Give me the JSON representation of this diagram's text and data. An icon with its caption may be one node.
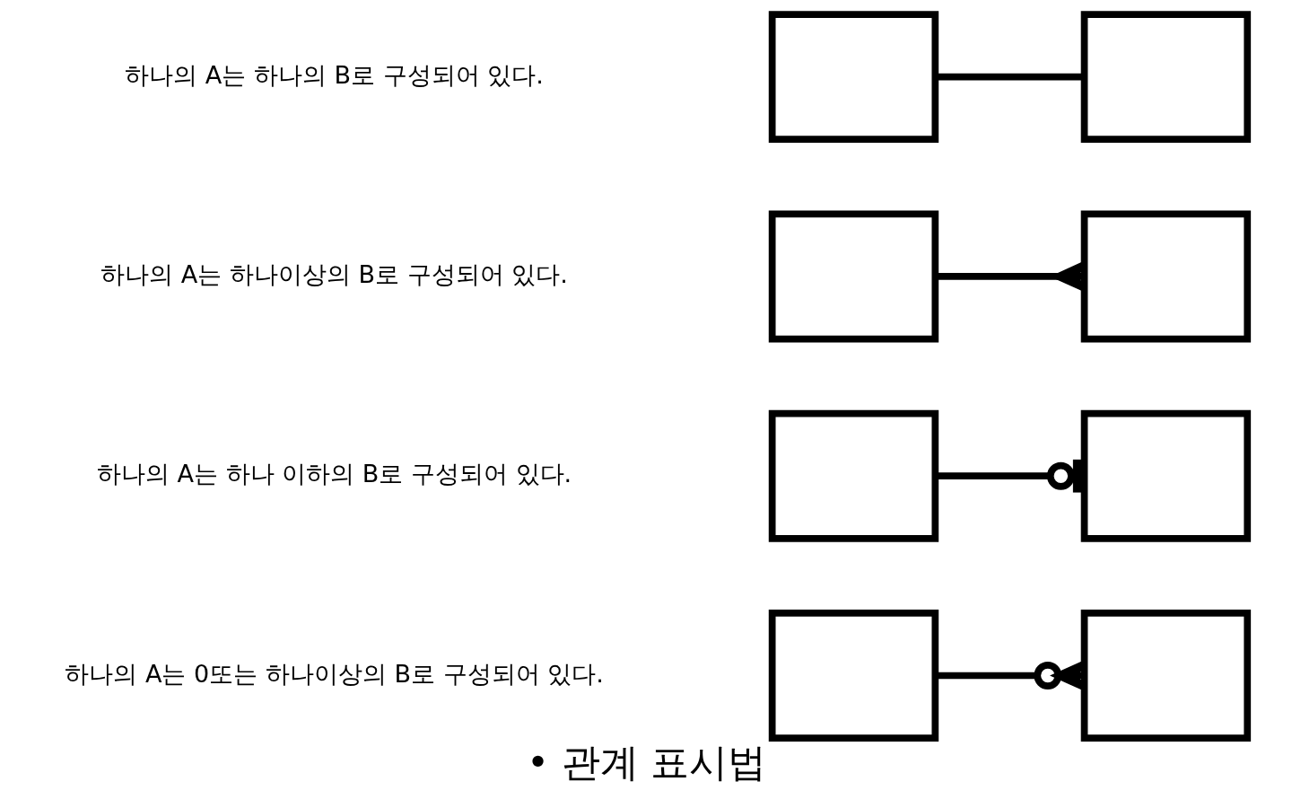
{
  "diagram": {
    "title": "• 관계 표시법",
    "nodes": [
      {
        "text": [],
        "shape": "box"
      },
      {
        "text": [],
        "shape": "box"
      },
      {
        "text": [],
        "shape": "box"
      },
      {
        "text": [],
        "shape": "box"
      },
      {
        "text": [],
        "shape": "box"
      },
      {
        "text": [],
        "shape": "box"
      },
      {
        "text": [],
        "shape": "box"
      },
      {
        "text": [],
        "shape": "box"
      }
    ],
    "edges": [
      {
        "from": 0,
        "to": 1,
        "arrow": "none"
      },
      {
        "from": 2,
        "to": 3,
        "arrow": "other"
      },
      {
        "from": 4,
        "to": 5,
        "arrow": "other"
      },
      {
        "from": 6,
        "to": 7,
        "arrow": "other"
      }
    ],
    "labels": [
      "하나의 A는 하나의 B로 구성되어 있다.",
      "하나의 A는 하나이상의 B로 구성되어 있다.",
      "하나의 A는 하나 이하의 B로 구성되어 있다.",
      "하나의 A는 0또는 하나이상의 B로 구성되어 있다."
    ]
  }
}
